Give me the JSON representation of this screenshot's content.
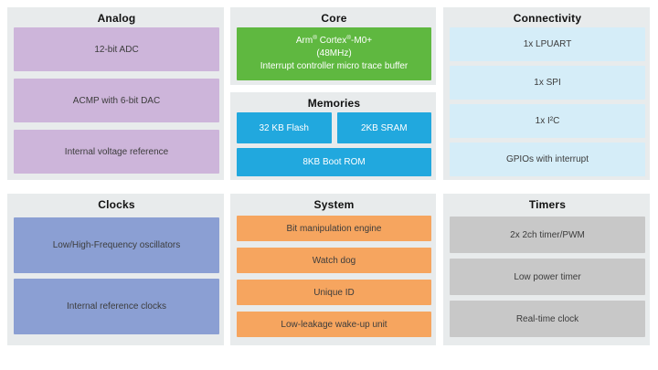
{
  "diagram": {
    "kind": "mcu-block-diagram"
  },
  "colors": {
    "panel_bg": "#e8ebec",
    "title_text": "#111111",
    "box_text_dark": "#3c3c3c",
    "box_text_light": "#ffffff",
    "analog_box": "#cdb5da",
    "core_box": "#5fb840",
    "memory_box": "#21a8de",
    "connectivity_box": "#d5edf8",
    "clocks_box": "#8b9fd3",
    "system_box": "#f6a55f",
    "timers_box": "#c8c8c8"
  },
  "panels": {
    "analog": {
      "title": "Analog",
      "items": [
        {
          "label": "12-bit ADC"
        },
        {
          "label": "ACMP with 6-bit DAC"
        },
        {
          "label": "Internal voltage reference"
        }
      ]
    },
    "core": {
      "title": "Core",
      "cpu": {
        "line1_parts": [
          "Arm",
          "®",
          " Cortex",
          "®",
          "-M0+"
        ],
        "line2": "(48MHz)",
        "line3": "Interrupt controller micro trace buffer"
      }
    },
    "memories": {
      "title": "Memories",
      "items": [
        {
          "label": "32 KB Flash"
        },
        {
          "label": "2KB SRAM"
        },
        {
          "label": "8KB Boot ROM"
        }
      ]
    },
    "connectivity": {
      "title": "Connectivity",
      "items": [
        {
          "label": "1x LPUART"
        },
        {
          "label": "1x SPI"
        },
        {
          "label": "1x I²C"
        },
        {
          "label": "GPIOs with interrupt"
        }
      ]
    },
    "clocks": {
      "title": "Clocks",
      "items": [
        {
          "label": "Low/High-Frequency oscillators"
        },
        {
          "label": "Internal reference clocks"
        }
      ]
    },
    "system": {
      "title": "System",
      "items": [
        {
          "label": "Bit manipulation engine"
        },
        {
          "label": "Watch dog"
        },
        {
          "label": "Unique ID"
        },
        {
          "label": "Low-leakage wake-up unit"
        }
      ]
    },
    "timers": {
      "title": "Timers",
      "items": [
        {
          "label": "2x 2ch timer/PWM"
        },
        {
          "label": "Low power timer"
        },
        {
          "label": "Real-time clock"
        }
      ]
    }
  }
}
